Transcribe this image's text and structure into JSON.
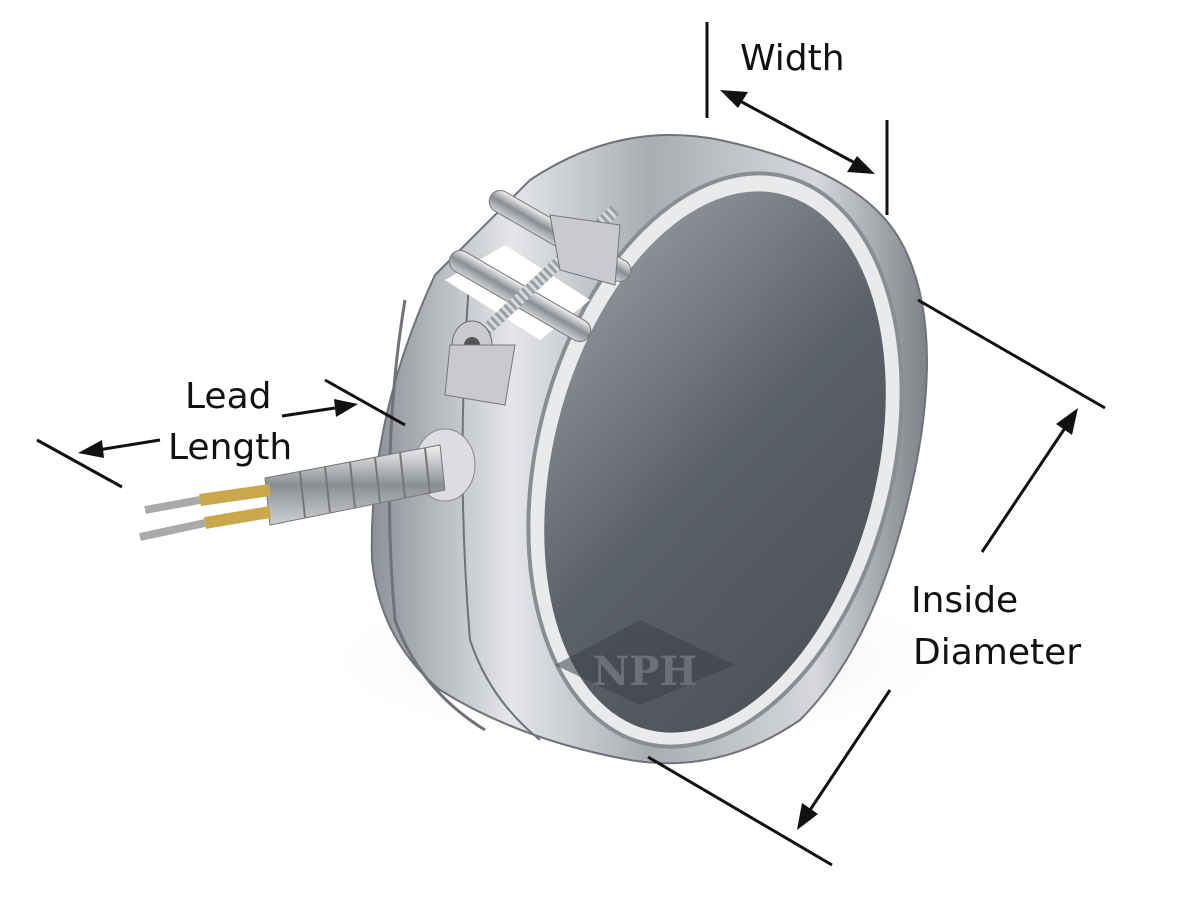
{
  "labels": {
    "width": "Width",
    "lead_line1": "Lead",
    "lead_line2": "Length",
    "diameter_line1": "Inside",
    "diameter_line2": "Diameter"
  },
  "logo": {
    "text": "NPH"
  },
  "colors": {
    "text": "#111111",
    "metal": "#b8bcc2",
    "inner": "#5b6168"
  }
}
